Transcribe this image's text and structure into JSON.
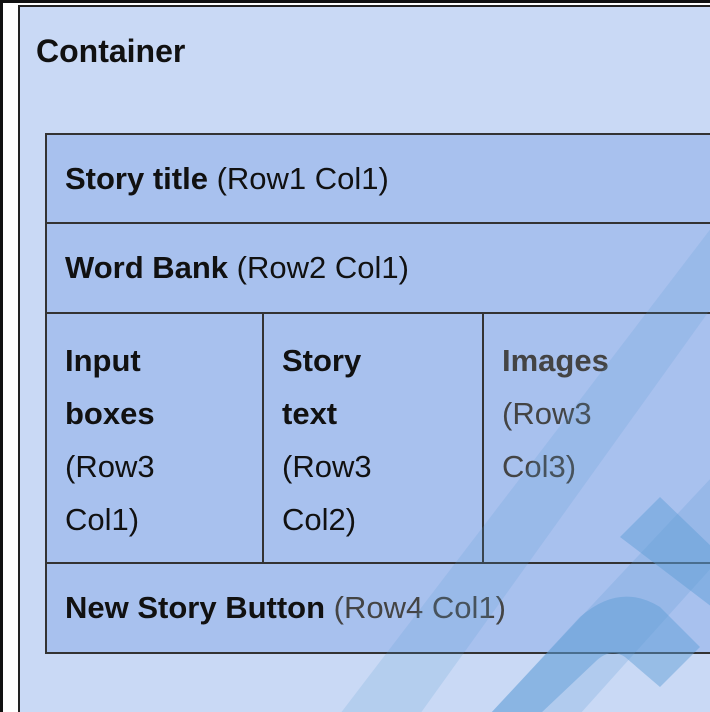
{
  "container": {
    "title": "Container"
  },
  "rows": {
    "row1": {
      "bold": "Story title",
      "normal": " (Row1 Col1)"
    },
    "row2": {
      "bold": "Word Bank",
      "normal": " (Row2 Col1)"
    },
    "row3": {
      "col1": {
        "bold_line1": "Input",
        "bold_line2": "boxes",
        "normal_line1": "(Row3",
        "normal_line2": "Col1)"
      },
      "col2": {
        "bold_line1": "Story",
        "bold_line2": "text",
        "normal_line1": "(Row3",
        "normal_line2": "Col2)"
      },
      "col3": {
        "bold_line1": "Images",
        "normal_line1": "(Row3",
        "normal_line2": "Col3)"
      }
    },
    "row4": {
      "bold": "New Story Button",
      "normal": " (Row4 Col1)"
    }
  },
  "colors": {
    "container_bg": "#c9d9f5",
    "grid_bg": "#a8c1ee",
    "border": "#333333",
    "watermark": "#5b9bd5"
  }
}
